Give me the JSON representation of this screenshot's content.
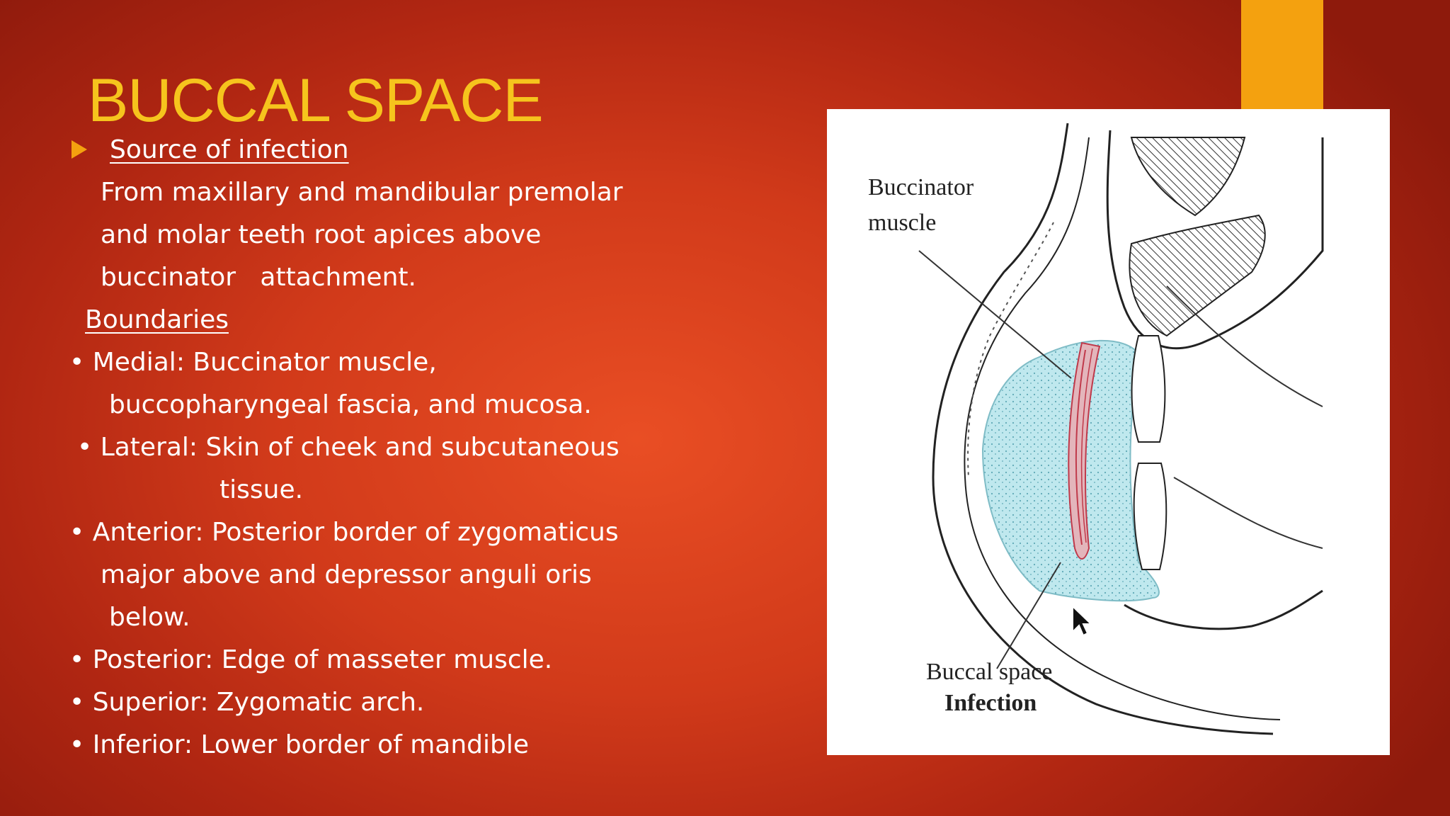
{
  "slide": {
    "title": "BUCCAL SPACE",
    "source_heading": "Source of infection",
    "source_lines": [
      "From maxillary and mandibular premolar",
      "and molar teeth root apices above",
      "buccinator   attachment."
    ],
    "boundaries_heading": "Boundaries",
    "bullets": {
      "medial_1": "Medial: Buccinator muscle,",
      "medial_2": "buccopharyngeal fascia, and mucosa.",
      "lateral_1": "Lateral: Skin of cheek and subcutaneous",
      "lateral_2": "tissue.",
      "anterior_1": "Anterior: Posterior border of zygomaticus",
      "anterior_2": "major above and depressor anguli oris",
      "anterior_3": "below.",
      "posterior": "Posterior: Edge of masseter muscle.",
      "superior": "Superior: Zygomatic arch.",
      "inferior": "Inferior: Lower border of mandible"
    }
  },
  "figure": {
    "label_buccinator_1": "Buccinator",
    "label_buccinator_2": "muscle",
    "label_buccal_1": "Buccal space",
    "label_buccal_2": "Infection"
  },
  "colors": {
    "title": "#f6c41d",
    "accent": "#f4a10f",
    "infection_fill": "#bfe8ee",
    "muscle": "#c0394a"
  },
  "icons": [
    "bullet-arrow-icon",
    "mouse-cursor-icon"
  ]
}
